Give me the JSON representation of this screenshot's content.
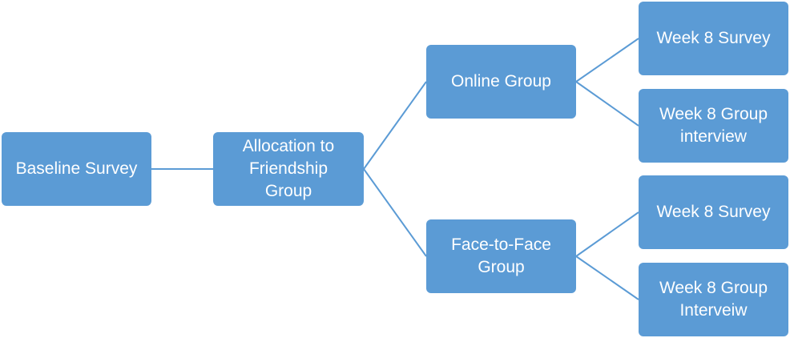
{
  "diagram": {
    "nodes": {
      "baseline": "Baseline Survey",
      "allocation": "Allocation to\nFriendship\nGroup",
      "online": "Online Group",
      "face_to_face": "Face-to-Face\nGroup",
      "online_week8_survey": "Week 8 Survey",
      "online_week8_interview": "Week 8 Group\ninterview",
      "f2f_week8_survey": "Week 8 Survey",
      "f2f_week8_interview": "Week 8 Group\nInterveiw"
    },
    "edges": [
      [
        "baseline",
        "allocation"
      ],
      [
        "allocation",
        "online"
      ],
      [
        "allocation",
        "face_to_face"
      ],
      [
        "online",
        "online_week8_survey"
      ],
      [
        "online",
        "online_week8_interview"
      ],
      [
        "face_to_face",
        "f2f_week8_survey"
      ],
      [
        "face_to_face",
        "f2f_week8_interview"
      ]
    ],
    "colors": {
      "node_fill": "#5b9bd5",
      "node_text": "#ffffff",
      "connector": "#5b9bd5"
    }
  }
}
